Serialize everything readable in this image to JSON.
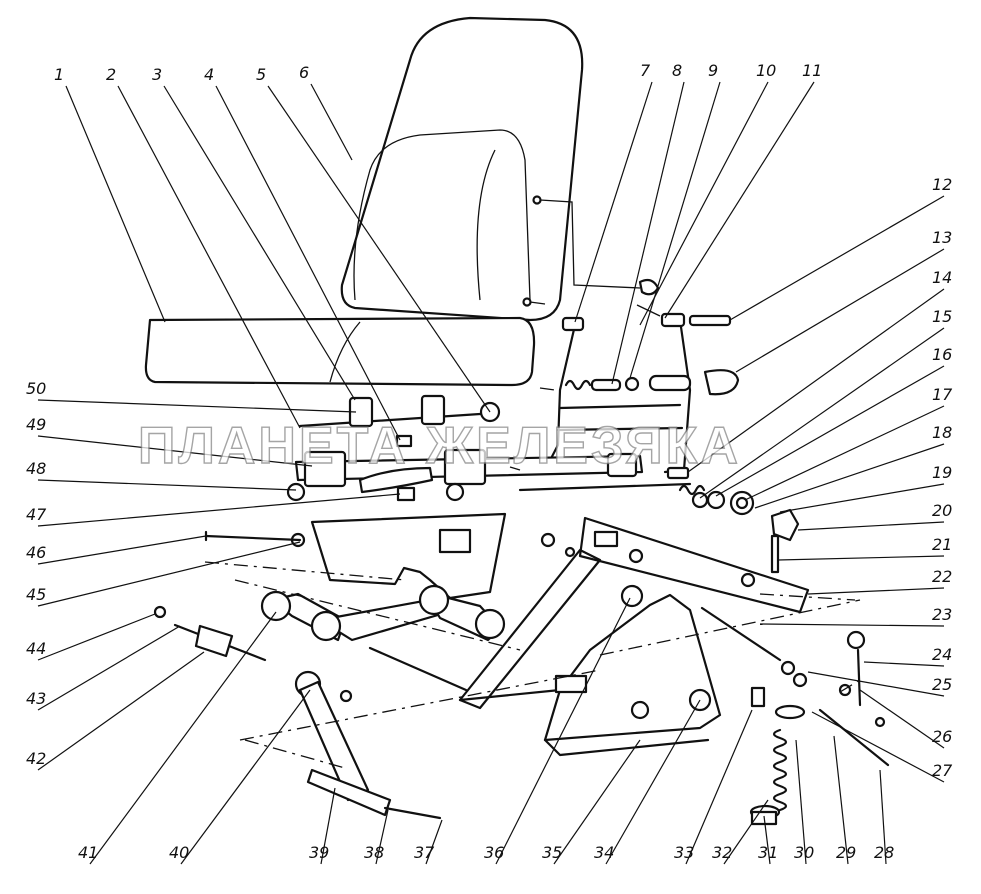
{
  "watermark": "ПЛАНЕТА ЖЕЛЕЗЯКА",
  "callouts": [
    {
      "id": "c1",
      "label": "1"
    },
    {
      "id": "c2",
      "label": "2"
    },
    {
      "id": "c3",
      "label": "3"
    },
    {
      "id": "c4",
      "label": "4"
    },
    {
      "id": "c5",
      "label": "5"
    },
    {
      "id": "c6",
      "label": "6"
    },
    {
      "id": "c7",
      "label": "7"
    },
    {
      "id": "c8",
      "label": "8"
    },
    {
      "id": "c9",
      "label": "9"
    },
    {
      "id": "c10",
      "label": "10"
    },
    {
      "id": "c11",
      "label": "11"
    },
    {
      "id": "c12",
      "label": "12"
    },
    {
      "id": "c13",
      "label": "13"
    },
    {
      "id": "c14",
      "label": "14"
    },
    {
      "id": "c15",
      "label": "15"
    },
    {
      "id": "c16",
      "label": "16"
    },
    {
      "id": "c17",
      "label": "17"
    },
    {
      "id": "c18",
      "label": "18"
    },
    {
      "id": "c19",
      "label": "19"
    },
    {
      "id": "c20",
      "label": "20"
    },
    {
      "id": "c21",
      "label": "21"
    },
    {
      "id": "c22",
      "label": "22"
    },
    {
      "id": "c23",
      "label": "23"
    },
    {
      "id": "c24",
      "label": "24"
    },
    {
      "id": "c25",
      "label": "25"
    },
    {
      "id": "c26",
      "label": "26"
    },
    {
      "id": "c27",
      "label": "27"
    },
    {
      "id": "c28",
      "label": "28"
    },
    {
      "id": "c29",
      "label": "29"
    },
    {
      "id": "c30",
      "label": "30"
    },
    {
      "id": "c31",
      "label": "31"
    },
    {
      "id": "c32",
      "label": "32"
    },
    {
      "id": "c33",
      "label": "33"
    },
    {
      "id": "c34",
      "label": "34"
    },
    {
      "id": "c35",
      "label": "35"
    },
    {
      "id": "c36",
      "label": "36"
    },
    {
      "id": "c37",
      "label": "37"
    },
    {
      "id": "c38",
      "label": "38"
    },
    {
      "id": "c39",
      "label": "39"
    },
    {
      "id": "c40",
      "label": "40"
    },
    {
      "id": "c41",
      "label": "41"
    },
    {
      "id": "c42",
      "label": "42"
    },
    {
      "id": "c43",
      "label": "43"
    },
    {
      "id": "c44",
      "label": "44"
    },
    {
      "id": "c45",
      "label": "45"
    },
    {
      "id": "c46",
      "label": "46"
    },
    {
      "id": "c47",
      "label": "47"
    },
    {
      "id": "c48",
      "label": "48"
    },
    {
      "id": "c49",
      "label": "49"
    },
    {
      "id": "c50",
      "label": "50"
    }
  ]
}
